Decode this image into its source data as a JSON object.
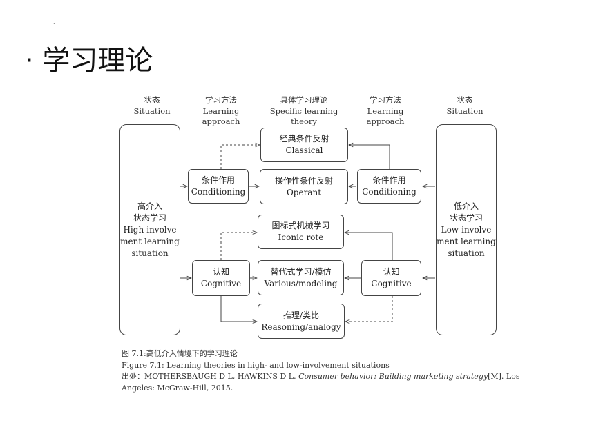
{
  "page": {
    "dot_mark": ".",
    "title": "· 学习理论"
  },
  "headers": {
    "left_state": [
      "状态",
      "Situation"
    ],
    "left_approach": [
      "学习方法",
      "Learning",
      "approach"
    ],
    "theory": [
      "具体学习理论",
      "Specific learning",
      "theory"
    ],
    "right_approach": [
      "学习方法",
      "Learning",
      "approach"
    ],
    "right_state": [
      "状态",
      "Situation"
    ]
  },
  "situations": {
    "high": [
      "高介入",
      "状态学习",
      "High-involve",
      "ment learning",
      "situation"
    ],
    "low": [
      "低介入",
      "状态学习",
      "Low-involve",
      "ment learning",
      "situation"
    ]
  },
  "approaches": {
    "conditioning": [
      "条件作用",
      "Conditioning"
    ],
    "cognitive": [
      "认知",
      "Cognitive"
    ]
  },
  "theories": {
    "classical": [
      "经典条件反射",
      "Classical"
    ],
    "operant": [
      "操作性条件反射",
      "Operant"
    ],
    "iconic": [
      "图标式机械学习",
      "Iconic rote"
    ],
    "vicarious": [
      "替代式学习/模仿",
      "Various/modeling"
    ],
    "reasoning": [
      "推理/类比",
      "Reasoning/analogy"
    ]
  },
  "caption": {
    "line1": "图 7.1:高低介入情境下的学习理论",
    "line2": "Figure 7.1: Learning theories in high- and low-involvement situations",
    "line3_prefix": "出处：MOTHERSBAUGH D L, HAWKINS D L. ",
    "line3_italic": "Consumer behavior: Building marketing strategy",
    "line3_suffix": "[M]. Los",
    "line4": "Angeles: McGraw-Hill, 2015."
  }
}
